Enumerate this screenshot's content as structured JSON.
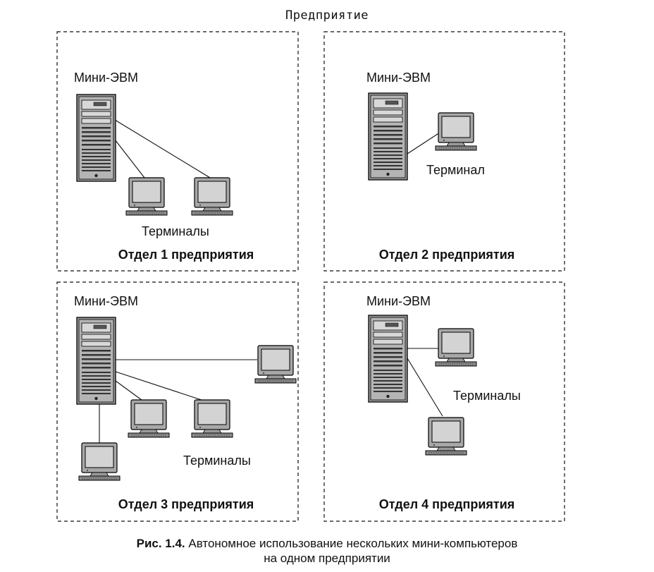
{
  "enterprise_title": "Предприятие",
  "departments": [
    {
      "title": "Отдел 1 предприятия",
      "server_label": "Мини-ЭВМ",
      "terminals_label": "Терминалы"
    },
    {
      "title": "Отдел 2 предприятия",
      "server_label": "Мини-ЭВМ",
      "terminals_label": "Терминал"
    },
    {
      "title": "Отдел 3 предприятия",
      "server_label": "Мини-ЭВМ",
      "terminals_label": "Терминалы"
    },
    {
      "title": "Отдел 4 предприятия",
      "server_label": "Мини-ЭВМ",
      "terminals_label": "Терминалы"
    }
  ],
  "caption": {
    "figure_label": "Рис. 1.4.",
    "text_line1": "Автономное использование нескольких мини-компьютеров",
    "text_line2": "на одном предприятии"
  }
}
